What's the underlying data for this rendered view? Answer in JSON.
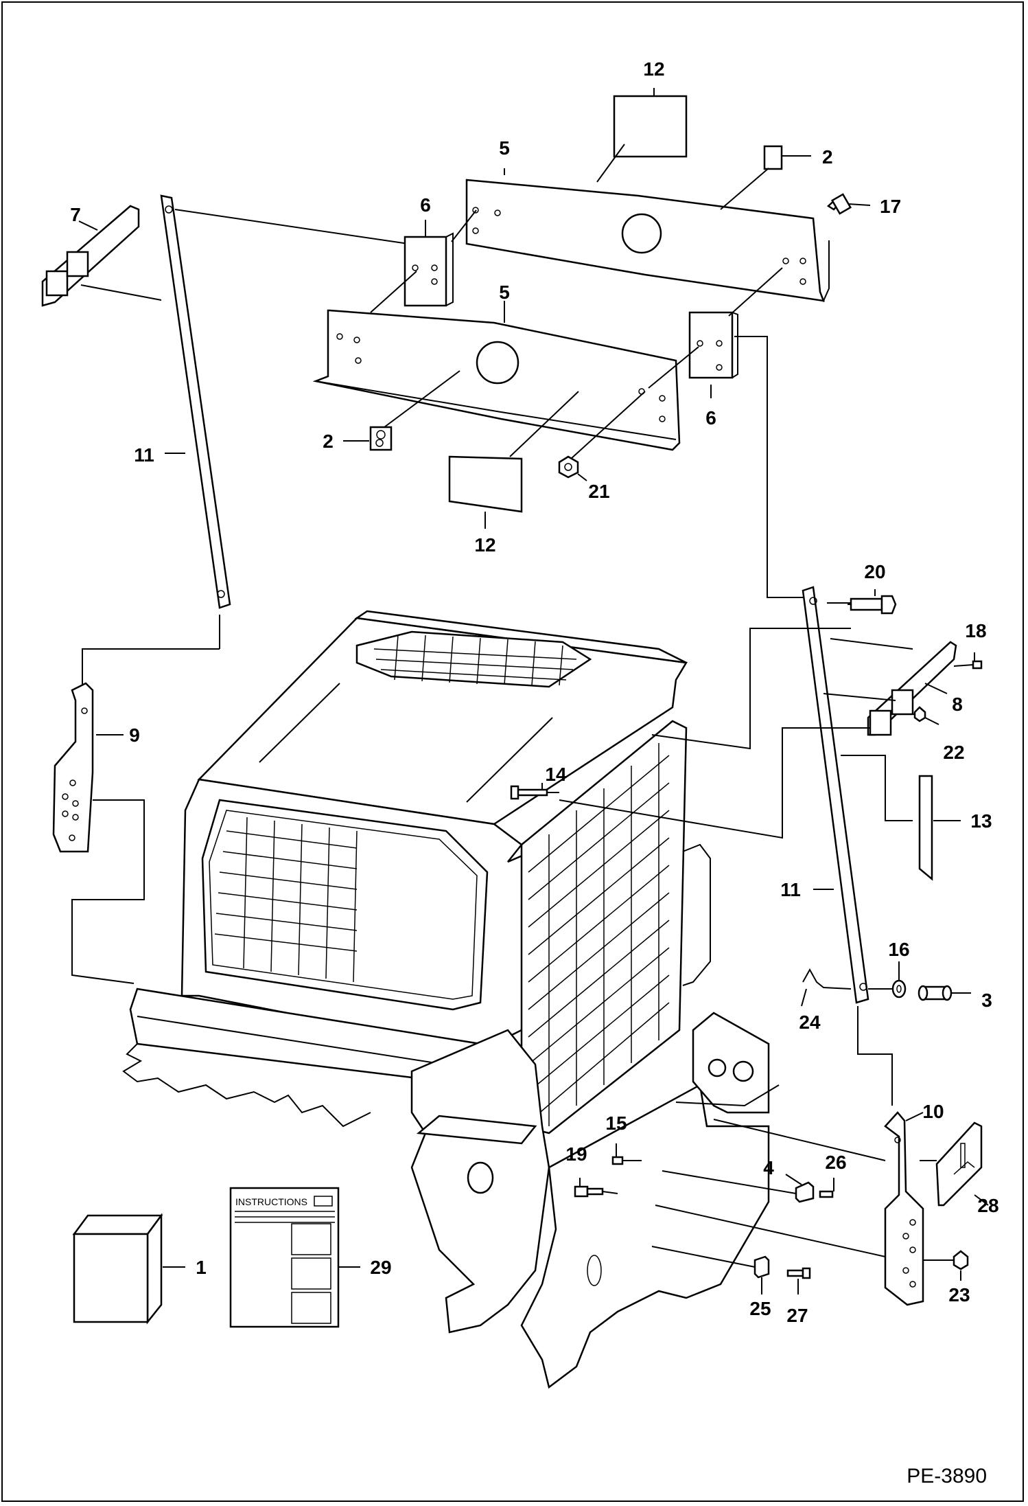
{
  "figure_id": "PE-3890",
  "instructions_label": "INSTRUCTIONS",
  "callouts": [
    "1",
    "2",
    "3",
    "4",
    "5",
    "6",
    "7",
    "8",
    "9",
    "10",
    "11",
    "12",
    "13",
    "14",
    "15",
    "16",
    "17",
    "18",
    "19",
    "20",
    "21",
    "22",
    "23",
    "24",
    "25",
    "26",
    "27",
    "28",
    "29"
  ]
}
